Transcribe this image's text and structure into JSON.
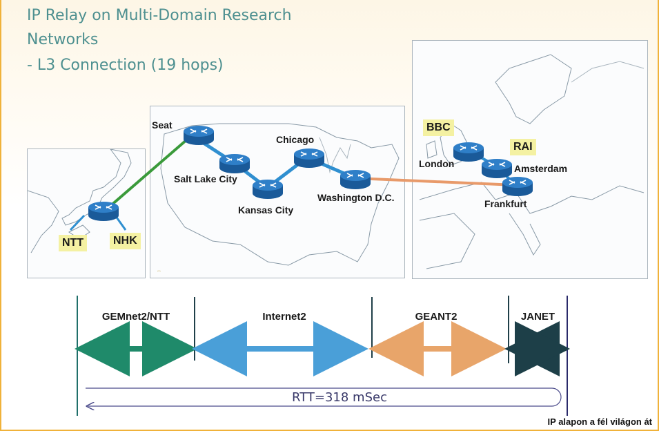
{
  "title": {
    "line1": "IP Relay on Multi-Domain Research",
    "line2": "Networks",
    "line3": "- L3 Connection (19 hops)"
  },
  "nodes": {
    "seattle": "Seat",
    "salt_lake_city": "Salt Lake City",
    "kansas_city": "Kansas City",
    "chicago": "Chicago",
    "washington": "Washington D.C.",
    "london": "London",
    "amsterdam": "Amsterdam",
    "frankfurt": "Frankfurt"
  },
  "tags": {
    "ntt": "NTT",
    "nhk": "NHK",
    "bbc": "BBC",
    "rai": "RAI"
  },
  "segments": [
    {
      "label": "GEMnet2/NTT",
      "color": "#1f8a6a"
    },
    {
      "label": "Internet2",
      "color": "#4a9fd8"
    },
    {
      "label": "GEANT2",
      "color": "#e8a56a"
    },
    {
      "label": "JANET",
      "color": "#1d3f48"
    }
  ],
  "rtt": "RTT=318 mSec",
  "caption": "IP alapon a fél világon át",
  "colors": {
    "title": "#4e9090",
    "router": "#1f6fb8",
    "japan_link": "#3a9a3a",
    "us_link": "#2f8fd0",
    "transatlantic_link": "#e89a6a",
    "frame": "#f0b23a"
  }
}
